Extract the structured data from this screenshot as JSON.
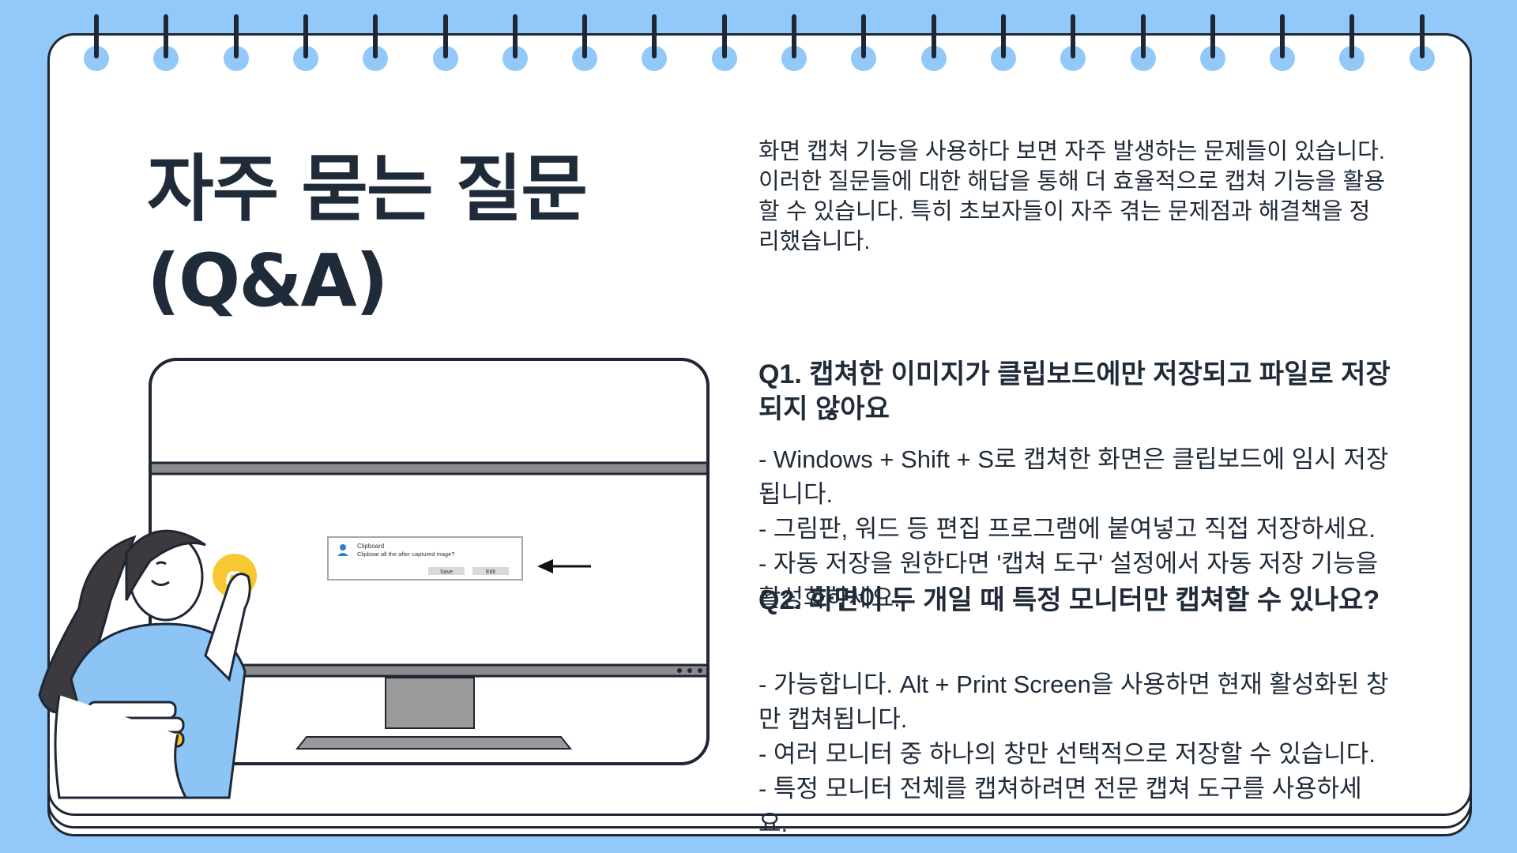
{
  "title": {
    "line1": "자주 묻는 질문",
    "line2": "(Q&A)"
  },
  "intro": "화면 캡쳐 기능을 사용하다 보면 자주 발생하는 문제들이 있습니다. 이러한 질문들에 대한 해답을 통해 더 효율적으로 캡쳐 기능을 활용할 수 있습니다. 특히 초보자들이 자주 겪는 문제점과 해결책을 정리했습니다.",
  "questions": [
    {
      "question": "Q1. 캡쳐한 이미지가 클립보드에만 저장되고 파일로 저장되지 않아요",
      "answers": [
        "- Windows + Shift + S로 캡쳐한 화면은 클립보드에 임시 저장됩니다.",
        "- 그림판, 워드 등 편집 프로그램에 붙여넣고 직접 저장하세요.",
        "- 자동 저장을 원한다면 '캡쳐 도구' 설정에서 자동 저장 기능을 활성화하세요."
      ]
    },
    {
      "question": "Q2. 화면이 두 개일 때 특정 모니터만 캡쳐할 수 있나요?",
      "answers": [
        "- 가능합니다. Alt + Print Screen을 사용하면 현재 활성화된 창만 캡쳐됩니다.",
        "- 여러 모니터 중 하나의 창만 선택적으로 저장할 수 있습니다.",
        "- 특정 모니터 전체를 캡쳐하려면 전문 캡쳐 도구를 사용하세요."
      ]
    }
  ],
  "dialog": {
    "title": "Clipboard",
    "message": "Clipboar all the after captured mage?",
    "save_label": "Save",
    "edit_label": "Edit"
  },
  "colors": {
    "background": "#93c9f8",
    "ink": "#1f2b38",
    "sheet": "#ffffff",
    "bulb": "#f7c832",
    "skin": "#ffffff",
    "shirt": "#8cc4f5"
  }
}
